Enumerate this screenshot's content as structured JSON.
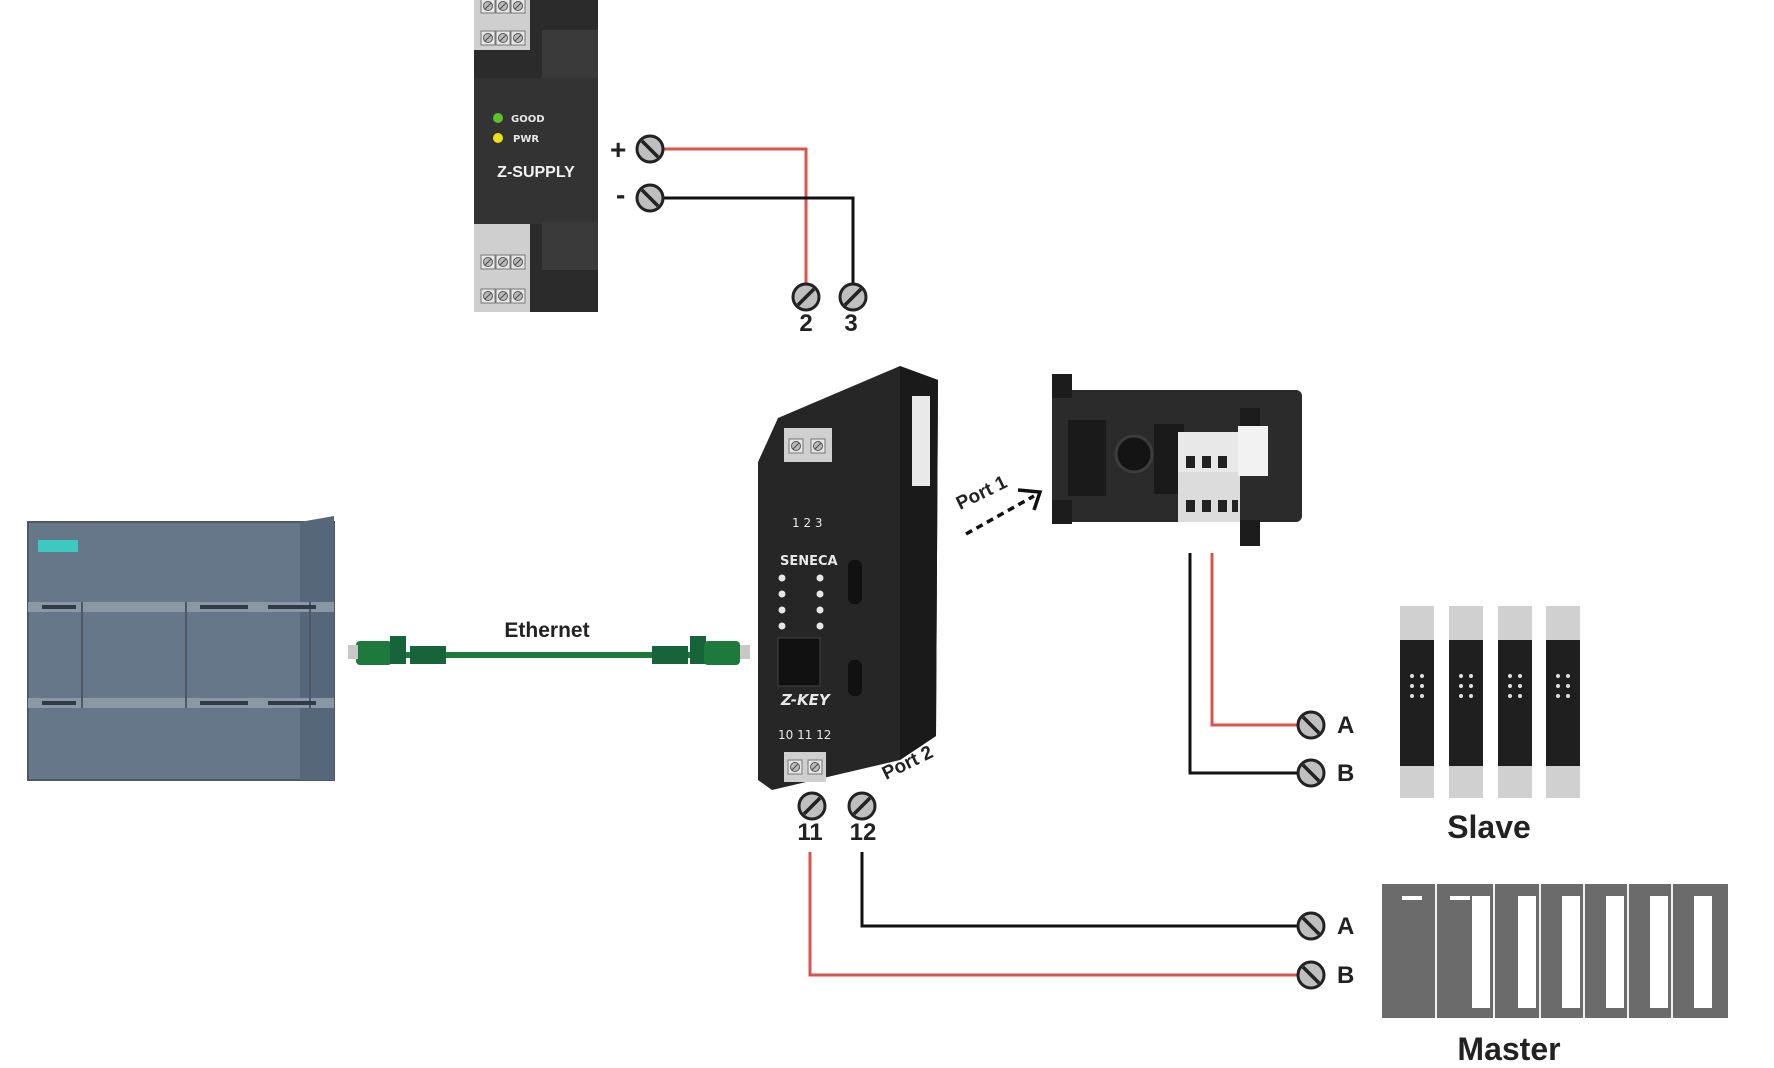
{
  "supply": {
    "indicators": [
      {
        "label": "GOOD",
        "color": "#5cc22b"
      },
      {
        "label": "PWR",
        "color": "#e9e21a"
      }
    ],
    "name": "Z-SUPPLY",
    "plus_symbol": "+",
    "minus_symbol": "-"
  },
  "terminals": {
    "t2": "2",
    "t3": "3",
    "t11": "11",
    "t12": "12"
  },
  "zkey": {
    "name": "Z-KEY",
    "brand": "SENECA",
    "top_terms": "1 2 3",
    "bottom_terms": "10 11 12"
  },
  "links": {
    "ethernet": "Ethernet",
    "port1": "Port 1",
    "port2": "Port 2"
  },
  "slave": {
    "label": "Slave",
    "a": "A",
    "b": "B"
  },
  "master": {
    "label": "Master",
    "a": "A",
    "b": "B"
  },
  "colors": {
    "red_wire": "#d9534f",
    "black_wire": "#111111",
    "device_dark": "#2d2d2d",
    "plc_body": "#67788a",
    "cable_green": "#1e7a3c",
    "accent_teal": "#3ec9c0"
  }
}
